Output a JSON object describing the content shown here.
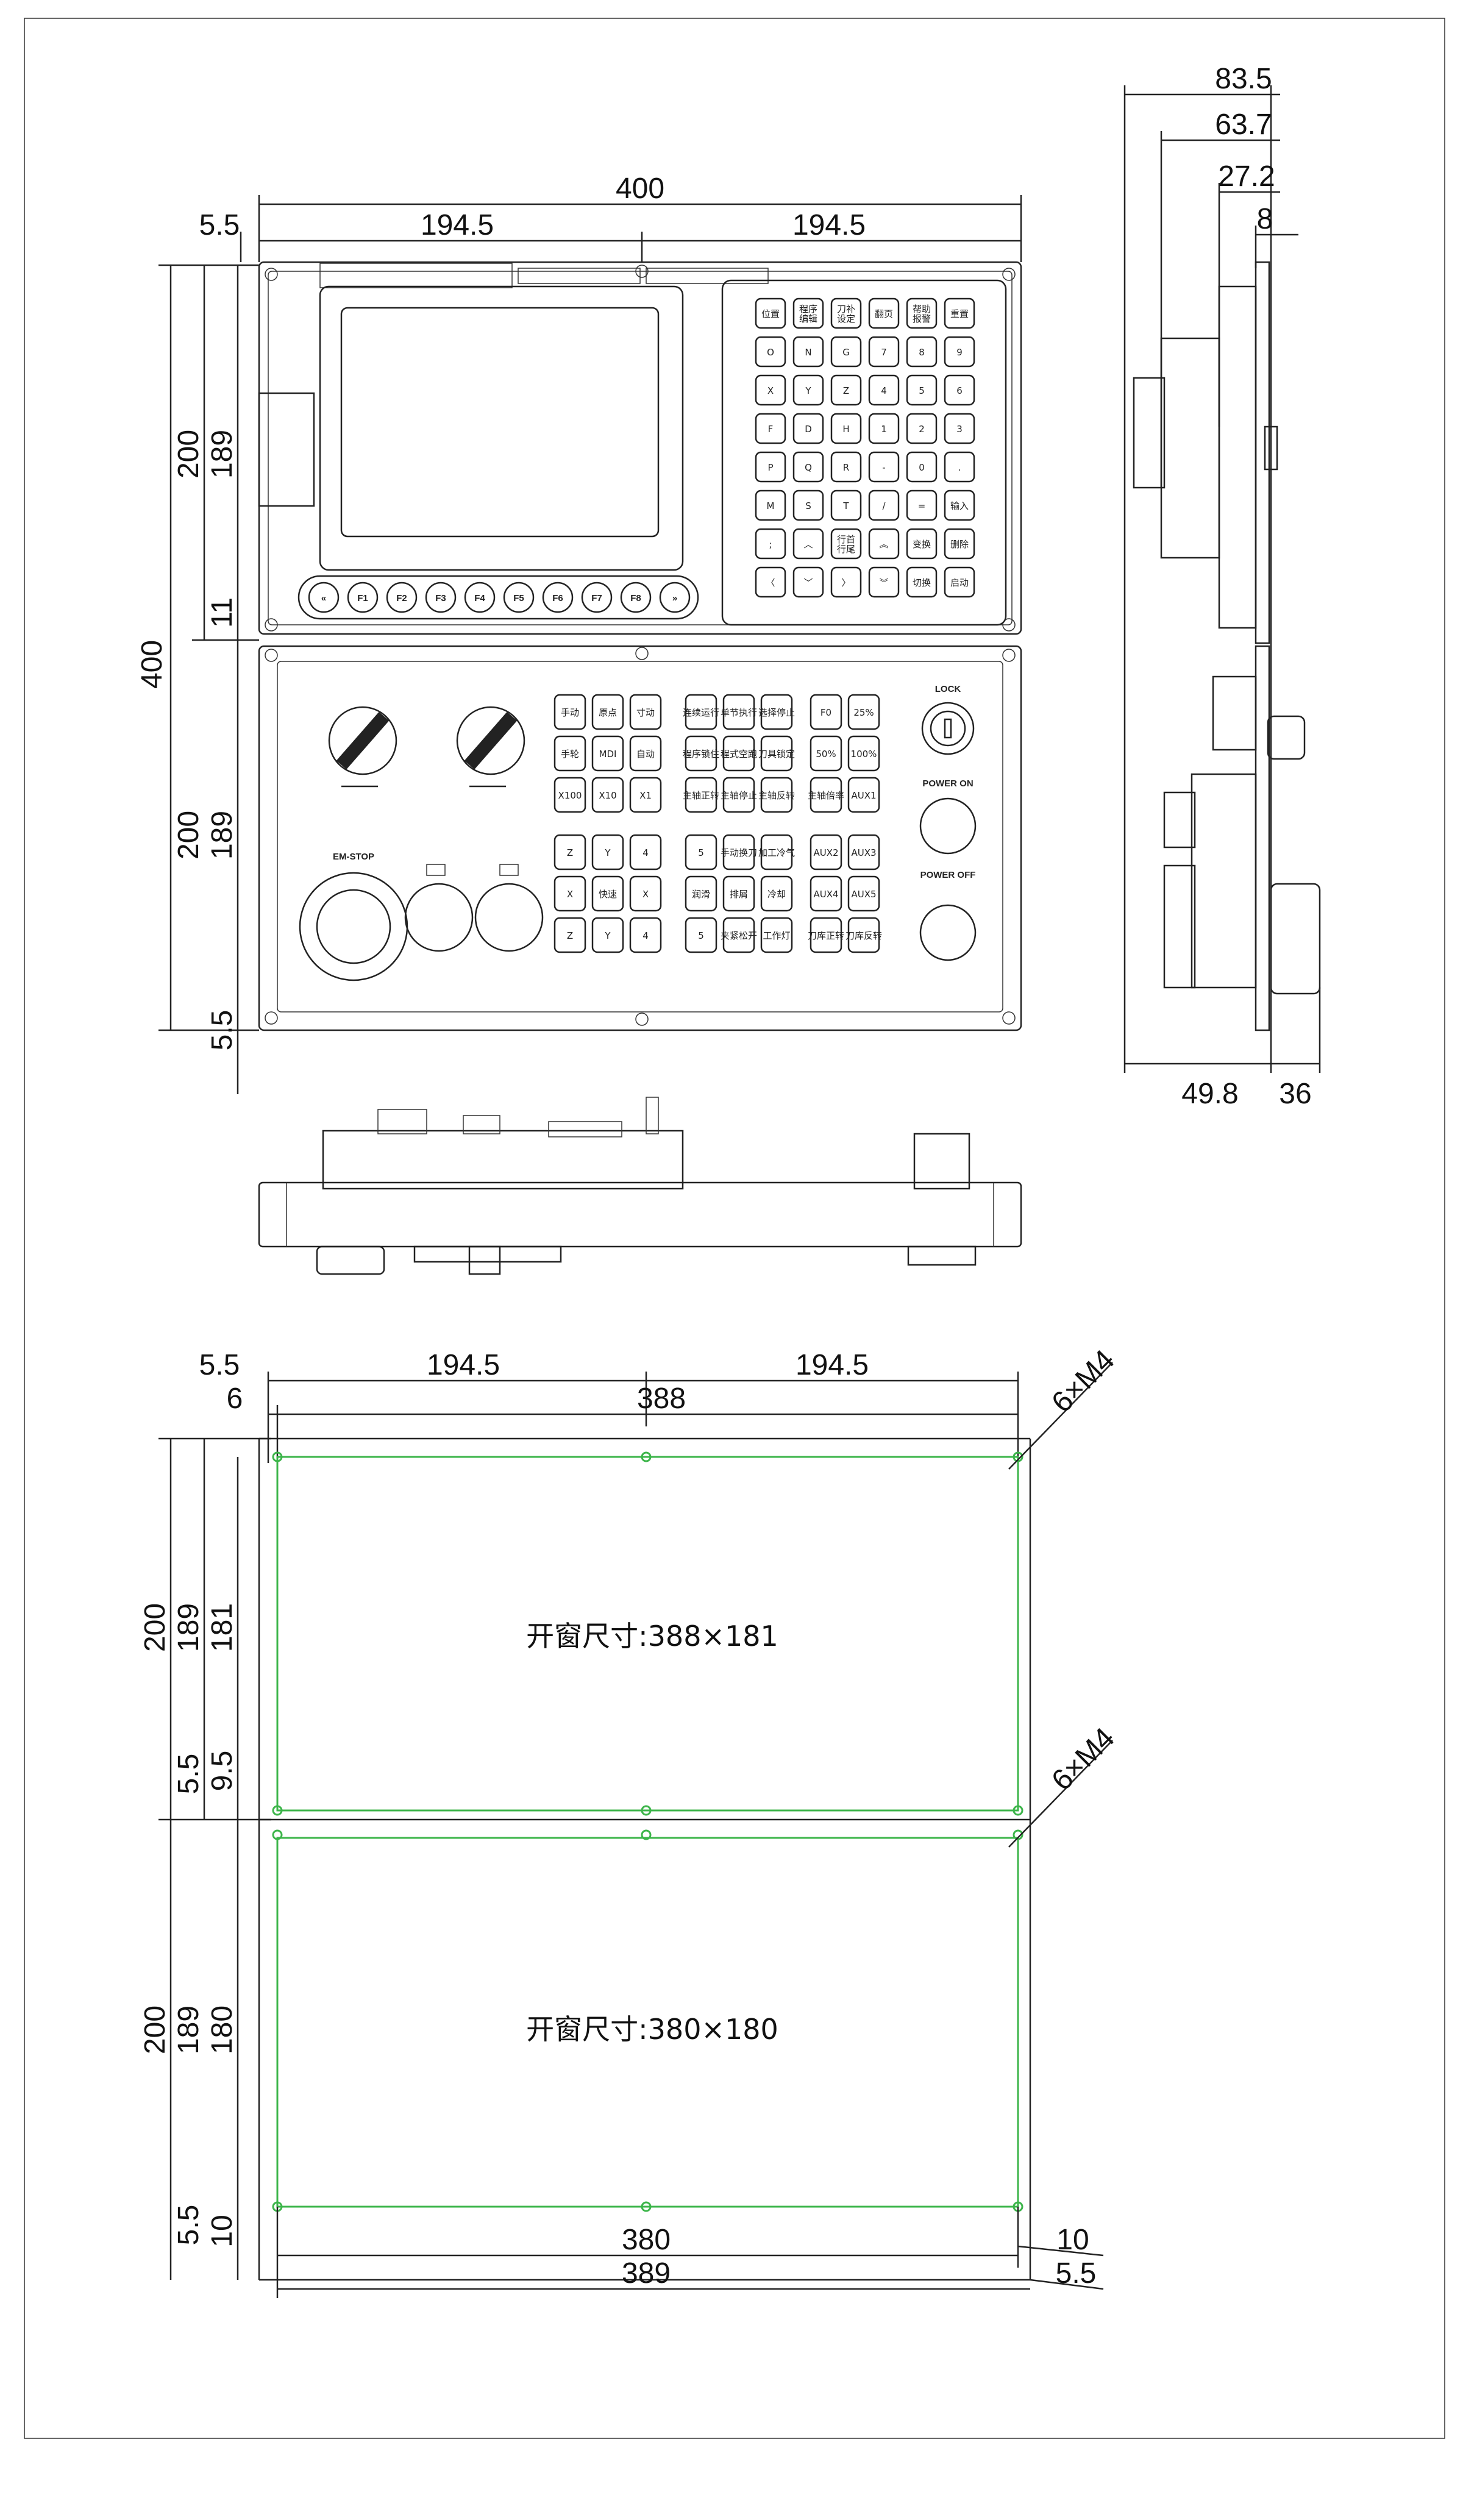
{
  "front_view": {
    "dims": {
      "total_width": "400",
      "left_margin": "5.5",
      "half_left": "194.5",
      "half_right": "194.5",
      "total_height": "400",
      "upper_200": "200",
      "upper_189": "189",
      "gap_11": "11",
      "lower_200": "200",
      "lower_189": "189",
      "bottom_5_5": "5.5"
    },
    "fkeys": [
      "«",
      "F1",
      "F2",
      "F3",
      "F4",
      "F5",
      "F6",
      "F7",
      "F8",
      "»"
    ],
    "keypad": [
      [
        "位置",
        "程序\n编辑",
        "刀补\n设定",
        "翻页",
        "帮助\n报警",
        "重置"
      ],
      [
        "O",
        "N",
        "G",
        "7",
        "8",
        "9"
      ],
      [
        "X",
        "Y",
        "Z",
        "4",
        "5",
        "6"
      ],
      [
        "F",
        "D",
        "H",
        "1",
        "2",
        "3"
      ],
      [
        "P",
        "Q",
        "R",
        "-",
        "0",
        "."
      ],
      [
        "M",
        "S",
        "T",
        "/",
        "=",
        "输入"
      ],
      [
        ";",
        "︿",
        "行首\n行尾",
        "︽",
        "变换",
        "删除"
      ],
      [
        "〈",
        "﹀",
        "〉",
        "︾",
        "切换",
        "启动"
      ]
    ],
    "lock_label": "LOCK",
    "power_on_label": "POWER ON",
    "power_off_label": "POWER OFF",
    "estop_label": "EM-STOP",
    "op_keys": [
      [
        "手动",
        "原点",
        "寸动",
        "连续运行",
        "单节执行",
        "选择停止"
      ],
      [
        "手轮",
        "MDI",
        "自动",
        "程序锁住",
        "程式空跑",
        "刀具锁定"
      ],
      [
        "X100",
        "X10",
        "X1",
        "主轴正转",
        "主轴停止",
        "主轴反转"
      ],
      [
        "Z",
        "Y",
        "4",
        "5",
        "手动换刀",
        "加工冷气"
      ],
      [
        "X",
        "快速",
        "X",
        "润滑",
        "排屑",
        "冷却"
      ],
      [
        "Z",
        "Y",
        "4",
        "5",
        "夹紧松开",
        "工作灯"
      ]
    ],
    "aux_keys": [
      [
        "F0",
        "25%"
      ],
      [
        "50%",
        "100%"
      ],
      [
        "主轴倍率",
        "AUX1"
      ],
      [
        "AUX2",
        "AUX3"
      ],
      [
        "AUX4",
        "AUX5"
      ],
      [
        "刀库正转",
        "刀库反转"
      ]
    ]
  },
  "side_view": {
    "dims": {
      "d1": "83.5",
      "d2": "63.7",
      "d3": "27.2",
      "d4": "8",
      "b1": "49.8",
      "b2": "36"
    }
  },
  "cutout": {
    "top_dims": {
      "a": "5.5",
      "b": "194.5",
      "c": "194.5",
      "d": "6",
      "e": "388"
    },
    "holes_upper": "6×M4",
    "holes_lower": "6×M4",
    "upper_left_dims": {
      "h200": "200",
      "h189": "189",
      "h181": "181",
      "h5_5": "5.5",
      "h9_5": "9.5"
    },
    "lower_left_dims": {
      "h200": "200",
      "h189": "189",
      "h180": "180",
      "h5_5": "5.5",
      "h10": "10"
    },
    "upper_label": "开窗尺寸:388×181",
    "lower_label": "开窗尺寸:380×180",
    "bottom_dims": {
      "w380": "380",
      "w389": "389",
      "r10": "10",
      "r5_5": "5.5"
    }
  }
}
